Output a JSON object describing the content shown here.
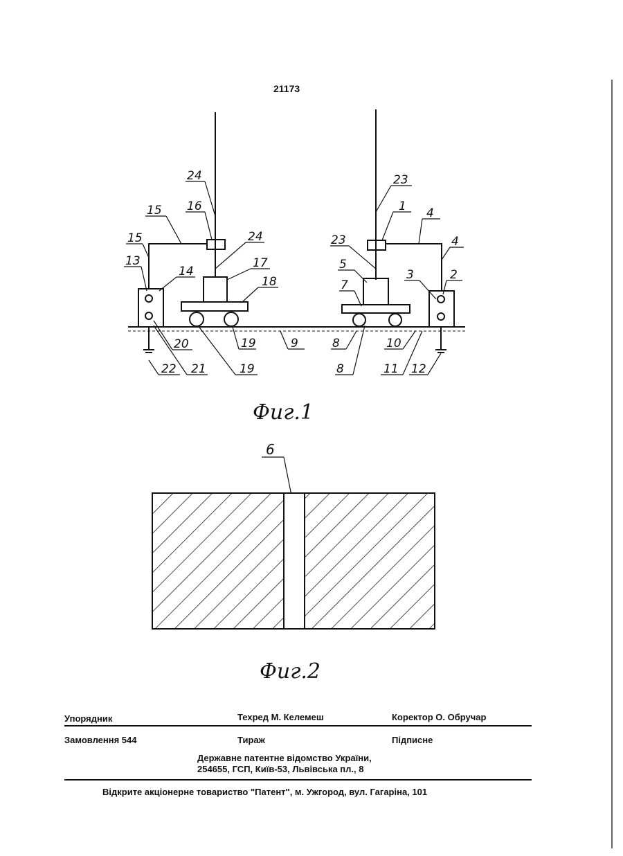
{
  "page_number": "21173",
  "figure1": {
    "caption": "Фиг.1",
    "labels": [
      "24",
      "23",
      "16",
      "15",
      "1",
      "4",
      "15",
      "24",
      "23",
      "4",
      "13",
      "14",
      "17",
      "5",
      "3",
      "2",
      "18",
      "7",
      "20",
      "9",
      "8",
      "10",
      "19",
      "22",
      "21",
      "19",
      "8",
      "11",
      "12"
    ]
  },
  "figure2": {
    "caption": "Фиг.2",
    "labels": [
      "6"
    ]
  },
  "footer": {
    "compiler": "Упорядник",
    "techred": "Техред М. Келемеш",
    "corrector": "Коректор О. Обручар",
    "order": "Замовлення 544",
    "circulation": "Тираж",
    "subscription": "Підписне",
    "office_line1": "Державне патентне відомство України,",
    "office_line2": "254655, ГСП, Київ-53, Львівська пл., 8",
    "printer": "Відкрите акціонерне товариство \"Патент\", м. Ужгород, вул. Гагаріна, 101"
  }
}
